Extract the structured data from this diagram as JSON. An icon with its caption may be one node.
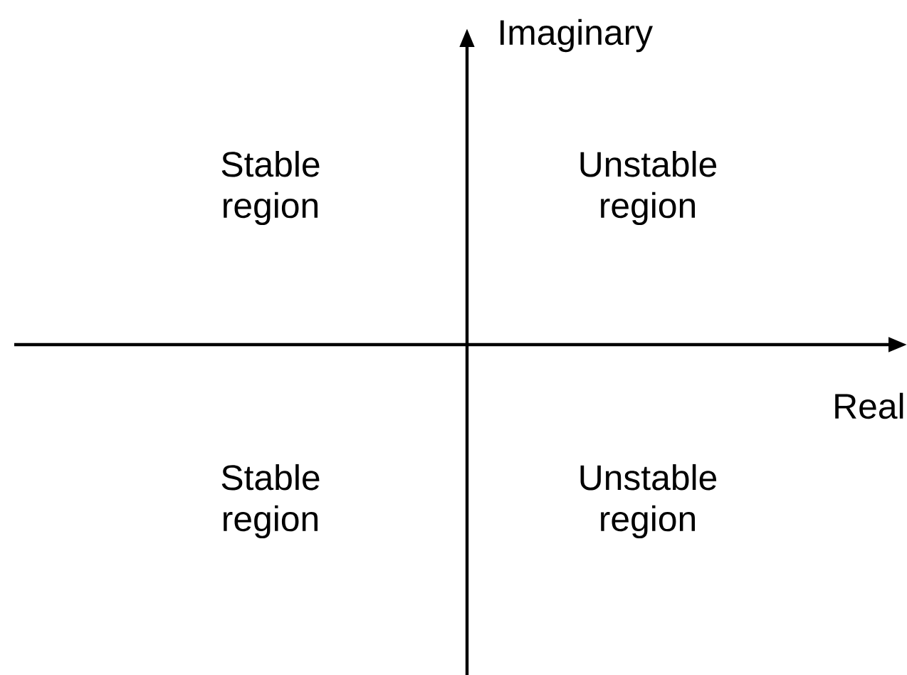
{
  "diagram": {
    "labels": [
      "Imaginary",
      "Stable region",
      "Unstable region",
      "Real",
      "Stable region",
      "Unstable region"
    ]
  }
}
